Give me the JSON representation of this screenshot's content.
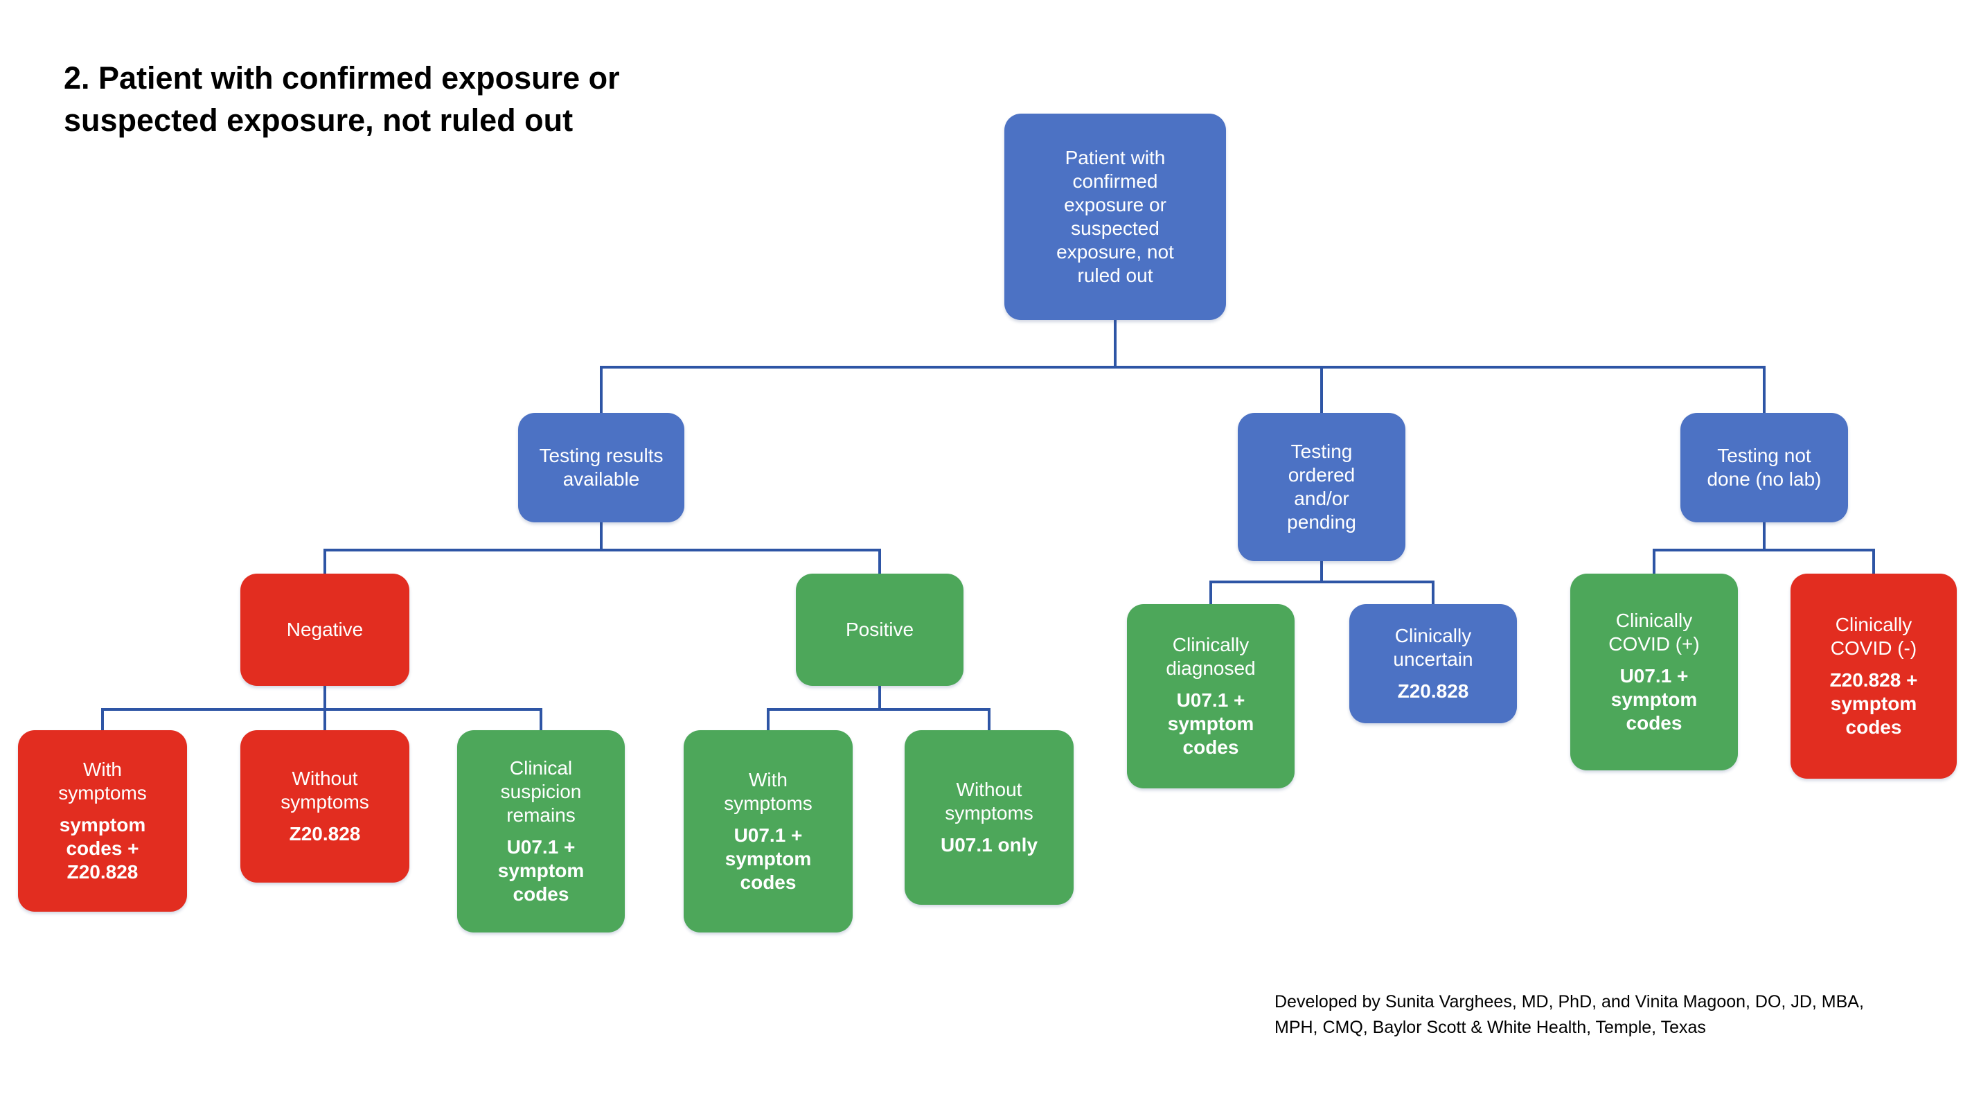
{
  "page": {
    "title": "2. Patient with confirmed exposure or suspected exposure, not ruled out",
    "credit": {
      "line1": "Developed by Sunita Varghees, MD, PhD, and Vinita Magoon, DO, JD, MBA,",
      "line2": "MPH, CMQ, Baylor Scott & White Health, Temple, Texas"
    }
  },
  "colors": {
    "node_blue": "#4C72C4",
    "node_red": "#E22D20",
    "node_green": "#4DA75A",
    "connector": "#2E55A5",
    "node_text": "#FFFFFF",
    "title_text": "#000000"
  },
  "nodes": {
    "root": {
      "label": "Patient with confirmed exposure or suspected exposure, not ruled out",
      "color": "blue"
    },
    "testing_results": {
      "label": "Testing results available",
      "color": "blue"
    },
    "testing_ordered": {
      "label": "Testing ordered and/or pending",
      "color": "blue"
    },
    "testing_not_done": {
      "label": "Testing not done (no lab)",
      "color": "blue"
    },
    "negative": {
      "label": "Negative",
      "color": "red"
    },
    "positive": {
      "label": "Positive",
      "color": "green"
    },
    "neg_with_symptoms": {
      "label": "With symptoms",
      "code": "symptom codes + Z20.828",
      "color": "red"
    },
    "neg_without_symptoms": {
      "label": "Without symptoms",
      "code": "Z20.828",
      "color": "red"
    },
    "clinical_suspicion": {
      "label": "Clinical suspicion remains",
      "code": "U07.1 + symptom codes",
      "color": "green"
    },
    "pos_with_symptoms": {
      "label": "With symptoms",
      "code": "U07.1 + symptom codes",
      "color": "green"
    },
    "pos_without_symptoms": {
      "label": "Without symptoms",
      "code": "U07.1 only",
      "color": "green"
    },
    "clinically_diagnosed": {
      "label": "Clinically diagnosed",
      "code": "U07.1 + symptom codes",
      "color": "green"
    },
    "clinically_uncertain": {
      "label": "Clinically uncertain",
      "code": "Z20.828",
      "color": "blue"
    },
    "clinically_covid_pos": {
      "label": "Clinically COVID (+)",
      "code": "U07.1 + symptom codes",
      "color": "green"
    },
    "clinically_covid_neg": {
      "label": "Clinically COVID (-)",
      "code": "Z20.828 + symptom codes",
      "color": "red"
    }
  }
}
